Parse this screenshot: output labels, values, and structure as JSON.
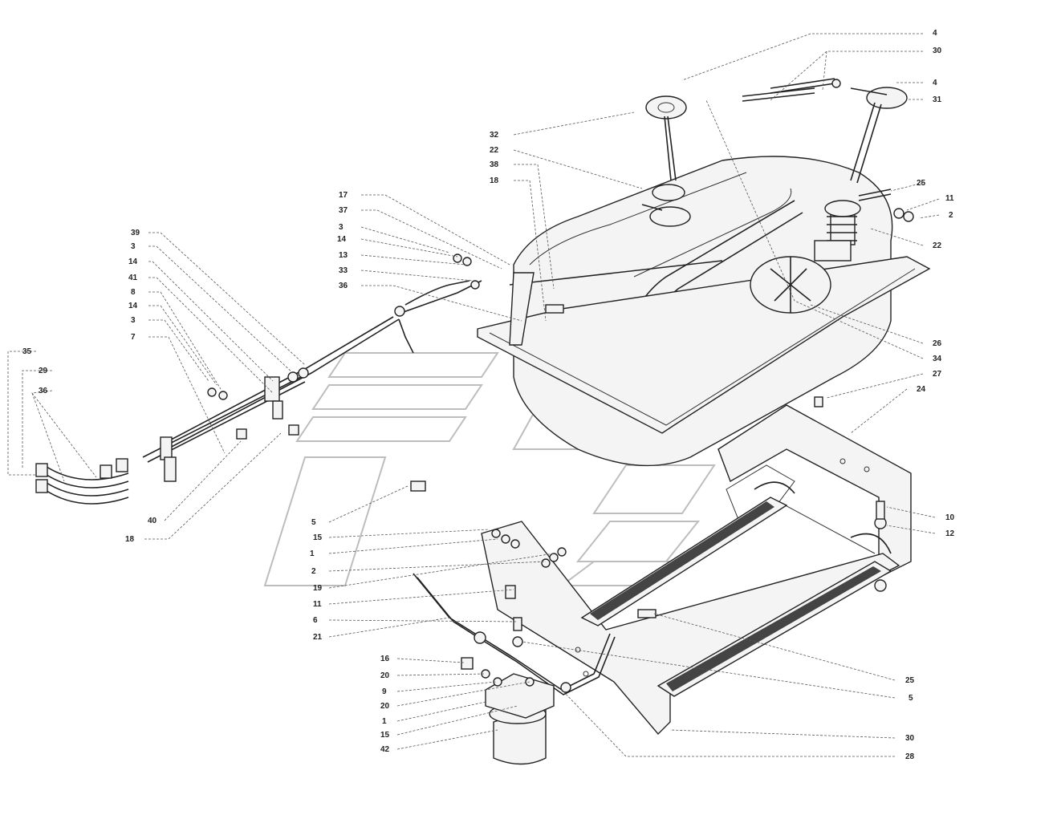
{
  "callouts": {
    "right": [
      "4",
      "30",
      "4",
      "31",
      "25",
      "11",
      "2",
      "22",
      "26",
      "34",
      "27",
      "24",
      "10",
      "12",
      "25",
      "5",
      "30",
      "28"
    ],
    "tank_left": [
      "32",
      "22",
      "38",
      "18",
      "17",
      "37",
      "3",
      "14",
      "13",
      "33",
      "36"
    ],
    "lines_left": [
      "39",
      "3",
      "14",
      "41",
      "8",
      "14",
      "3",
      "7",
      "35",
      "29",
      "36",
      "40",
      "18"
    ],
    "center": [
      "5",
      "15",
      "1",
      "2",
      "19",
      "11",
      "6",
      "21"
    ],
    "filter": [
      "16",
      "20",
      "9",
      "20",
      "1",
      "15",
      "42"
    ]
  }
}
